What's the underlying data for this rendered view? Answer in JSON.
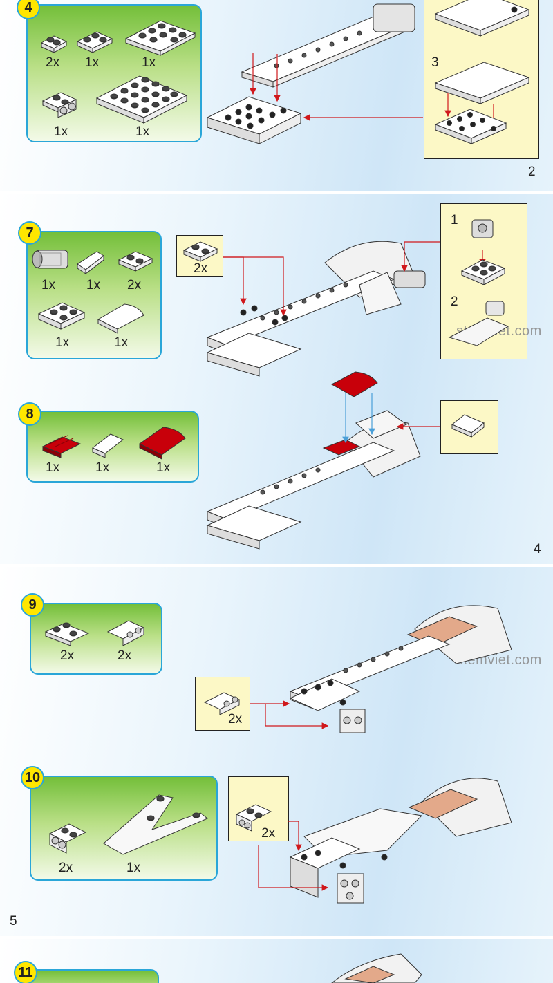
{
  "pages": {
    "p2": {
      "number": "2"
    },
    "p4": {
      "number": "4"
    },
    "p5": {
      "number": "5"
    }
  },
  "steps": {
    "s4": {
      "badge": "4",
      "quantities": [
        "2x",
        "1x",
        "1x",
        "1x",
        "1x"
      ]
    },
    "s4_callout": {
      "sub": "3"
    },
    "s7": {
      "badge": "7",
      "quantities": [
        "1x",
        "1x",
        "2x",
        "1x",
        "1x"
      ],
      "callout_qty": "2x"
    },
    "s7_sub": {
      "one": "1",
      "two": "2"
    },
    "s8": {
      "badge": "8",
      "quantities": [
        "1x",
        "1x",
        "1x"
      ]
    },
    "s9": {
      "badge": "9",
      "quantities": [
        "2x",
        "2x"
      ],
      "callout_qty": "2x"
    },
    "s10": {
      "badge": "10",
      "quantities": [
        "2x",
        "1x"
      ],
      "callout_qty": "2x"
    },
    "s11": {
      "badge": "11"
    }
  },
  "watermark": {
    "text1": "stemviet.com",
    "text2": "stemviet.com"
  },
  "colors": {
    "arrow_red": "#d0181c",
    "arrow_blue": "#4a9fd8",
    "brick_red": "#c8000a",
    "brick_tan": "#e3a98a",
    "parts_green": "#74bf3a",
    "badge_yellow": "#ffe600"
  }
}
